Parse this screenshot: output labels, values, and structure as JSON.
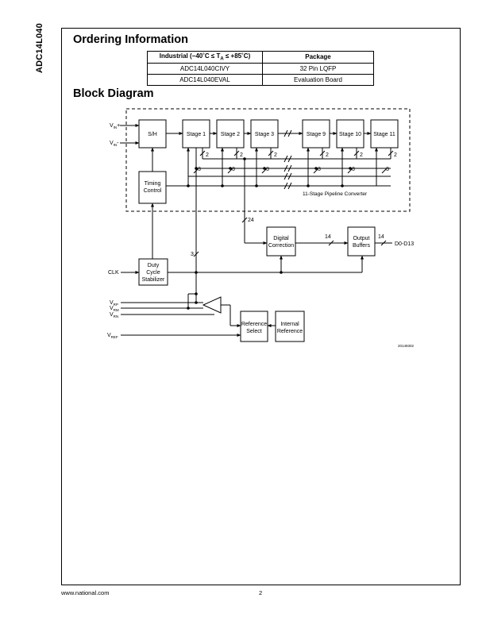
{
  "side_label": "ADC14L040",
  "ordering": {
    "title": "Ordering Information",
    "header_industrial": "Industrial (−40˚C ≤ T",
    "header_sub": "A",
    "header_industrial_end": " ≤ +85˚C)",
    "header_package": "Package",
    "rows": [
      {
        "part": "ADC14L040CIVY",
        "package": "32 Pin LQFP"
      },
      {
        "part": "ADC14L040EVAL",
        "package": "Evaluation Board"
      }
    ]
  },
  "block_diagram": {
    "title": "Block Diagram",
    "blocks": {
      "sh": "S/H",
      "stage1": "Stage 1",
      "stage2": "Stage 2",
      "stage3": "Stage 3",
      "stage9": "Stage 9",
      "stage10": "Stage 10",
      "stage11": "Stage 11",
      "timing1": "Timing",
      "timing2": "Control",
      "digital1": "Digital",
      "digital2": "Correction",
      "output1": "Output",
      "output2": "Buffers",
      "duty1": "Duty",
      "duty2": "Cycle",
      "duty3": "Stabilizer",
      "refsel1": "Reference",
      "refsel2": "Select",
      "intref1": "Internal",
      "intref2": "Reference"
    },
    "signals": {
      "vin_plus_main": "V",
      "vin_plus_sub": "IN",
      "vin_plus_sign": "+",
      "vin_minus_main": "V",
      "vin_minus_sub": "IN",
      "vin_minus_sign": "-",
      "vrp_main": "V",
      "vrp_sub": "RP",
      "vrm_main": "V",
      "vrm_sub": "RM",
      "vrn_main": "V",
      "vrn_sub": "RN",
      "vref_main": "V",
      "vref_sub": "REF",
      "clk": "CLK",
      "d_out": "D0-D13"
    },
    "bus_widths": {
      "n2": "2",
      "n3": "3",
      "n24": "24",
      "n14": "14"
    },
    "pipeline_caption": "11-Stage Pipeline Converter",
    "figure_number": "20149302"
  },
  "footer": {
    "website": "www.national.com",
    "page_number": "2"
  }
}
